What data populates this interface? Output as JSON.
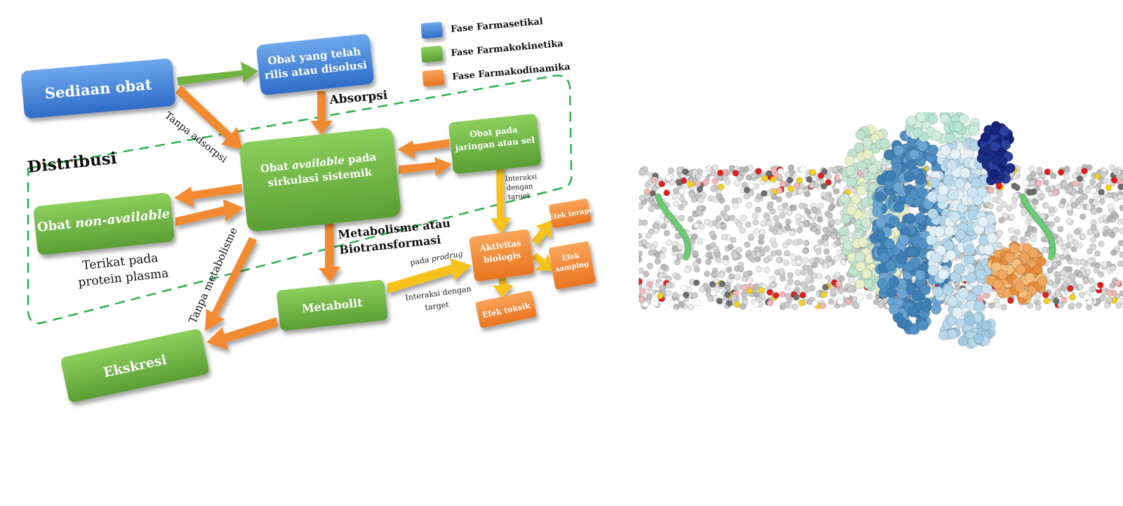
{
  "legend": {
    "items": [
      {
        "label": "Fase Farmasetikal",
        "color": "#3b78d8"
      },
      {
        "label": "Fase Farmakokinetika",
        "color": "#6fb33f"
      },
      {
        "label": "Fase Farmakodinamika",
        "color": "#f28a30"
      }
    ]
  },
  "colors": {
    "blue": "#3b78d8",
    "green": "#6fb33f",
    "orange": "#f28a30",
    "yellow": "#f7c21a",
    "dashed": "#2fae4f"
  },
  "boxes": {
    "sediaan": "Sediaan obat",
    "rilis": "Obat yang telah rilis atau disolusi",
    "available_pre": "Obat ",
    "available_em": "available",
    "available_post": " pada sirkulasi sistemik",
    "jaringan": "Obat pada jaringan atau sel",
    "nonavail_pre": "Obat ",
    "nonavail_em": "non-available",
    "metabolit": "Metabolit",
    "ekskresi": "Ekskresi",
    "aktivitas": "Aktivitas biologis",
    "efek_terapi": "Efek terapi",
    "efek_samping": "Efek samping",
    "efek_toksik": "Efek toksik"
  },
  "labels": {
    "absorpsi": "Absorpsi",
    "distribusi": "Distribusi",
    "tanpa_adsorpsi": "Tanpa adsorpsi",
    "tanpa_metabolisme": "Tanpa metabolisme",
    "terikat_1": "Terikat pada",
    "terikat_2": "protein plasma",
    "metabolisme_1": "Metabolisme atau",
    "metabolisme_2": "Biotransformasi",
    "interaksi_target_1": "Interaksi",
    "interaksi_target_2": "dengan",
    "interaksi_target_3": "target",
    "pada_prodrug_pre": "pada ",
    "pada_prodrug_em": "prodrug",
    "interaksi_dengan": "Interaksi dengan",
    "target": "target"
  }
}
